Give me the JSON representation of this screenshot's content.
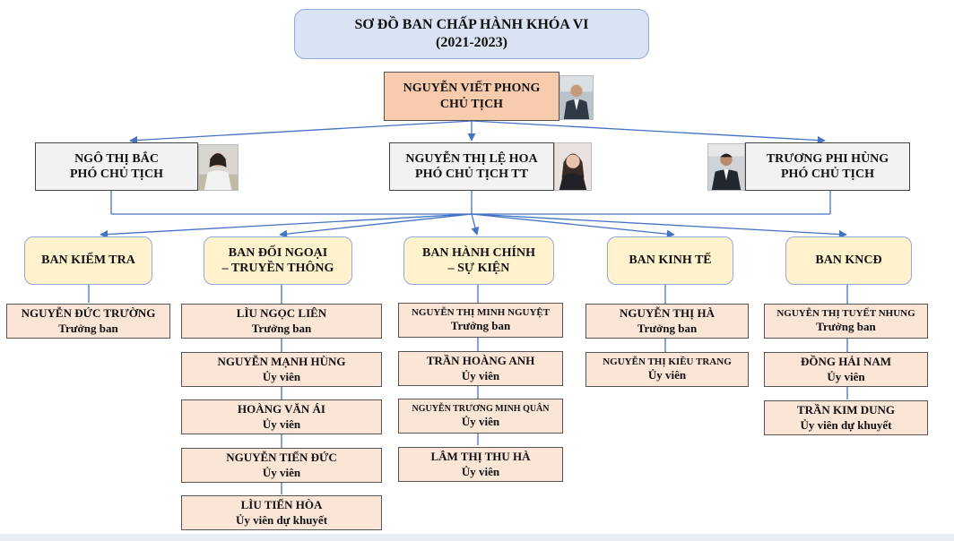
{
  "header": {
    "title": "SƠ ĐỒ BAN CHẤP HÀNH KHÓA VI",
    "term": "(2021-2023)"
  },
  "chair": {
    "name": "NGUYỄN VIẾT PHONG",
    "role": "CHỦ TỊCH"
  },
  "vice_chairs": [
    {
      "name": "NGÔ THỊ BẮC",
      "role": "PHÓ CHỦ TỊCH"
    },
    {
      "name": "NGUYỄN THỊ LỆ HOA",
      "role": "PHÓ CHỦ TỊCH TT"
    },
    {
      "name": "TRƯƠNG PHI HÙNG",
      "role": "PHÓ CHỦ TỊCH"
    }
  ],
  "departments": [
    {
      "line1": "BAN KIỂM TRA",
      "line2": "",
      "members": [
        {
          "name": "NGUYỄN ĐỨC TRƯỜNG",
          "role": "Trưởng ban"
        }
      ]
    },
    {
      "line1": "BAN ĐỐI NGOẠI",
      "line2": "– TRUYỀN THÔNG",
      "members": [
        {
          "name": "LÌU NGỌC LIÊN",
          "role": "Trưởng ban"
        },
        {
          "name": "NGUYỄN MẠNH HÙNG",
          "role": "Ủy viên"
        },
        {
          "name": "HOÀNG VĂN ÁI",
          "role": "Ủy viên"
        },
        {
          "name": "NGUYỄN TIẾN ĐỨC",
          "role": "Ủy viên"
        },
        {
          "name": "LÌU TIẾN HÒA",
          "role": "Ủy viên dự khuyết"
        }
      ]
    },
    {
      "line1": "BAN HÀNH CHÍNH",
      "line2": "– SỰ KIỆN",
      "members": [
        {
          "name": "NGUYỄN THỊ MINH NGUYỆT",
          "role": "Trưởng ban"
        },
        {
          "name": "TRẦN HOÀNG ANH",
          "role": "Ủy viên"
        },
        {
          "name": "NGUYỄN TRƯƠNG MINH QUÂN",
          "role": "Ủy viên"
        },
        {
          "name": "LÂM THỊ THU HÀ",
          "role": "Ủy viên"
        }
      ]
    },
    {
      "line1": "BAN KINH TẾ",
      "line2": "",
      "members": [
        {
          "name": "NGUYỄN THỊ HÀ",
          "role": "Trưởng ban"
        },
        {
          "name": "NGUYỄN THỊ KIỀU TRANG",
          "role": "Ủy viên"
        }
      ]
    },
    {
      "line1": "BAN KNCĐ",
      "line2": "",
      "members": [
        {
          "name": "NGUYỄN THỊ TUYẾT NHUNG",
          "role": "Trưởng ban"
        },
        {
          "name": "ĐỒNG HẢI NAM",
          "role": "Ủy viên"
        },
        {
          "name": "TRẦN KIM DUNG",
          "role": "Ủy viên dự khuyết"
        }
      ]
    }
  ],
  "colors": {
    "line": "#4472c4",
    "title_fill": "#dae3f3",
    "chair_fill": "#f8cbad",
    "dept_fill": "#fff2cc",
    "member_fill": "#fbe5d6"
  }
}
